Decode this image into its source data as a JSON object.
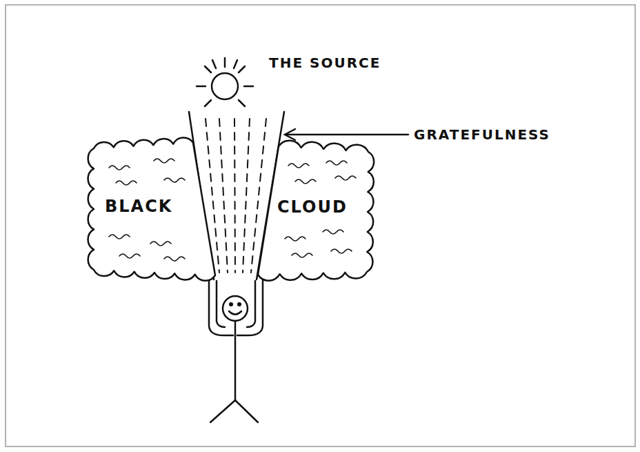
{
  "diagram": {
    "nodes": [
      {
        "text": [
          "BLACK"
        ]
      },
      {
        "text": [
          "CLOUD"
        ]
      }
    ],
    "labels": [
      "THE SOURCE",
      "GRATEFULNESS"
    ]
  }
}
